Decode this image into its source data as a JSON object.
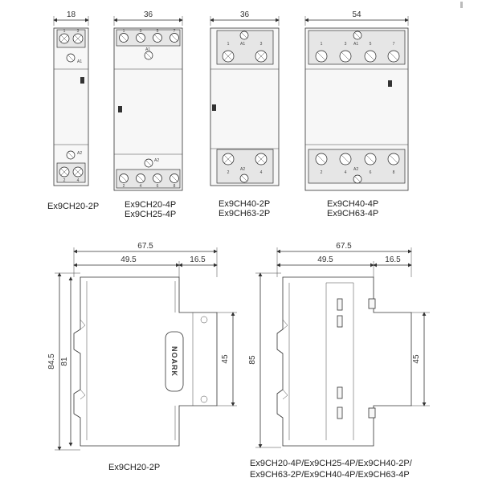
{
  "top_views": [
    {
      "width_label": "18",
      "model_lines": [
        "Ex9CH20-2P"
      ],
      "top_terms": [
        "1",
        "3"
      ],
      "bottom_terms": [
        "2",
        "4"
      ],
      "a1": "A1",
      "a2": "A2"
    },
    {
      "width_label": "36",
      "model_lines": [
        "Ex9CH20-4P",
        "Ex9CH25-4P"
      ],
      "top_terms": [
        "1",
        "3",
        "5",
        "7"
      ],
      "bottom_terms": [
        "2",
        "4",
        "6",
        "8"
      ],
      "a1": "A1",
      "a2": "A2"
    },
    {
      "width_label": "36",
      "model_lines": [
        "Ex9CH40-2P",
        "Ex9CH63-2P"
      ],
      "top_terms": [
        "1",
        "3"
      ],
      "bottom_terms": [
        "2",
        "4"
      ],
      "a1": "A1",
      "a2": "A2"
    },
    {
      "width_label": "54",
      "model_lines": [
        "Ex9CH40-4P",
        "Ex9CH63-4P"
      ],
      "top_terms": [
        "1",
        "3",
        "5",
        "7"
      ],
      "bottom_terms": [
        "2",
        "4",
        "6",
        "8"
      ],
      "a1": "A1",
      "a2": "A2"
    }
  ],
  "side_views": [
    {
      "depth_total": "67.5",
      "depth_front": "49.5",
      "depth_rear": "16.5",
      "height_outer": "84.5",
      "height_inner": "81",
      "height_front": "45",
      "brand": "NOARK",
      "model_lines": [
        "Ex9CH20-2P"
      ]
    },
    {
      "depth_total": "67.5",
      "depth_front": "49.5",
      "depth_rear": "16.5",
      "height_outer": "85",
      "height_front": "45",
      "model_lines": [
        "Ex9CH20-4P/Ex9CH25-4P/Ex9CH40-2P/",
        "Ex9CH63-2P/Ex9CH40-4P/Ex9CH63-4P"
      ]
    }
  ]
}
